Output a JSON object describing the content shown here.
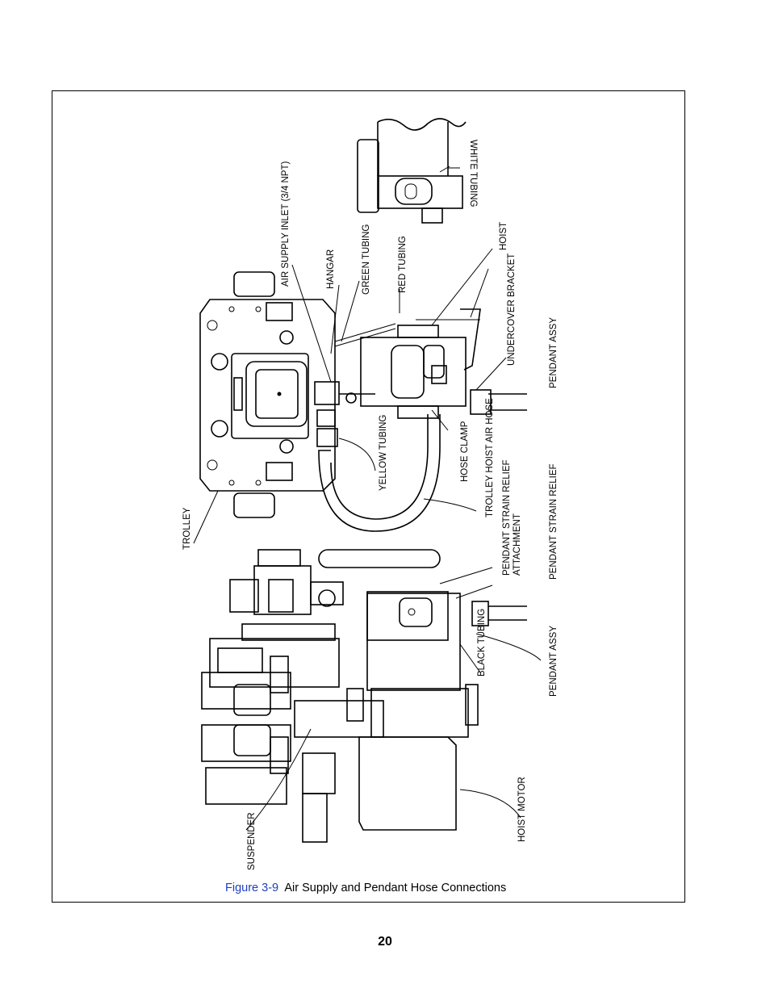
{
  "figure": {
    "number": "Figure 3-9",
    "title": "Air Supply and Pendant Hose Connections"
  },
  "labels": {
    "white_tubing": "WHITE TUBING",
    "air_supply_inlet": "AIR SUPPLY INLET (3/4 NPT)",
    "hangar": "HANGAR",
    "green_tubing": "GREEN TUBING",
    "red_tubing": "RED TUBING",
    "hoist": "HOIST",
    "undercover_bracket": "UNDERCOVER BRACKET",
    "pendant_assy_top": "PENDANT ASSY",
    "yellow_tubing": "YELLOW TUBING",
    "hose_clamp": "HOSE CLAMP",
    "trolley_hoist_air_hose": "TROLLEY HOIST AIR HOSE",
    "trolley": "TROLLEY",
    "pendant_strain_relief_attachment": "PENDANT STRAIN RELIEF ATTACHMENT",
    "pendant_strain_relief": "PENDANT STRAIN RELIEF",
    "black_tubing": "BLACK TUBING",
    "pendant_assy_bottom": "PENDANT ASSY",
    "suspender": "SUSPENDER",
    "hoist_motor": "HOIST MOTOR"
  },
  "page_number": "20"
}
